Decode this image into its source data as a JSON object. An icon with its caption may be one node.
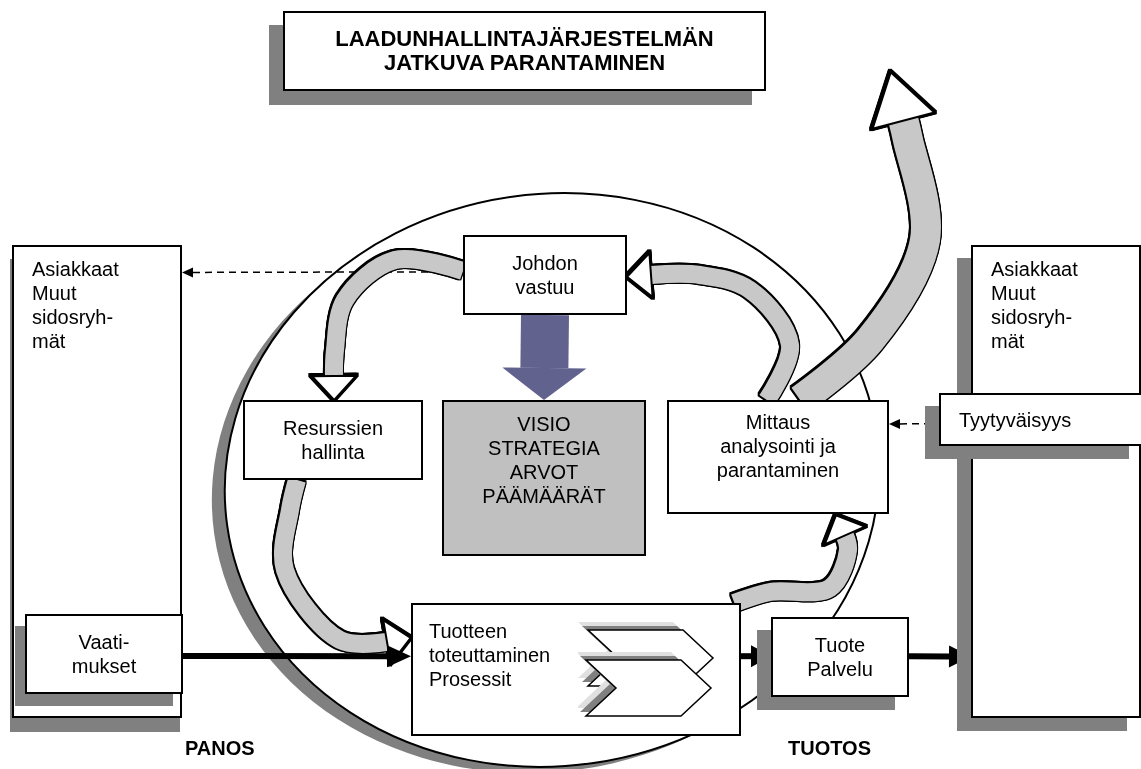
{
  "diagram": {
    "nodes": [
      {
        "text": [
          "LAADUNHALLINTAJÄRJESTELMÄN JATKUVA PARANTAMINEN"
        ]
      },
      {
        "text": [
          "Asiakkaat Muut sidosryh- mät"
        ]
      },
      {
        "text": [
          "Vaati- mukset"
        ],
        "in": 1
      },
      {
        "text": [
          "Johdon vastuu"
        ]
      },
      {
        "text": [
          "Resurssien hallinta"
        ]
      },
      {
        "text": [
          "VISIO STRATEGIA ARVOT PÄÄMÄÄRÄT"
        ]
      },
      {
        "text": [
          "Mittaus analysointi ja parantaminen"
        ]
      },
      {
        "text": [
          "Tuotteen toteuttaminen Prosessit"
        ]
      },
      {
        "text": [
          "Tuote Palvelu"
        ]
      },
      {
        "text": [
          "Asiakkaat Muut sidosryh- mät"
        ]
      },
      {
        "text": [
          "Tyytyväisyys"
        ]
      }
    ],
    "edges": [
      {
        "from": 1,
        "to": 3,
        "arrow": "both",
        "style": "dashed"
      },
      {
        "from": 3,
        "to": 5,
        "arrow": "to",
        "style": "thick",
        "color": "#62628f"
      },
      {
        "from": 3,
        "to": 4,
        "arrow": "to",
        "color": "#c8c8c8"
      },
      {
        "from": 4,
        "to": 7,
        "arrow": "to",
        "color": "#c8c8c8"
      },
      {
        "from": 7,
        "to": 6,
        "arrow": "to",
        "color": "#c8c8c8"
      },
      {
        "from": 6,
        "to": 3,
        "arrow": "to",
        "color": "#c8c8c8"
      },
      {
        "from": 6,
        "to": null,
        "arrow": "to",
        "color": "#c8c8c8"
      },
      {
        "from": 6,
        "to": 10,
        "arrow": "both",
        "style": "dashed"
      },
      {
        "from": 2,
        "to": 7,
        "arrow": "to"
      },
      {
        "from": 7,
        "to": 8,
        "arrow": "to"
      },
      {
        "from": 8,
        "to": 9,
        "arrow": "to"
      }
    ],
    "labels": [
      "PANOS",
      "TUOTOS"
    ]
  }
}
